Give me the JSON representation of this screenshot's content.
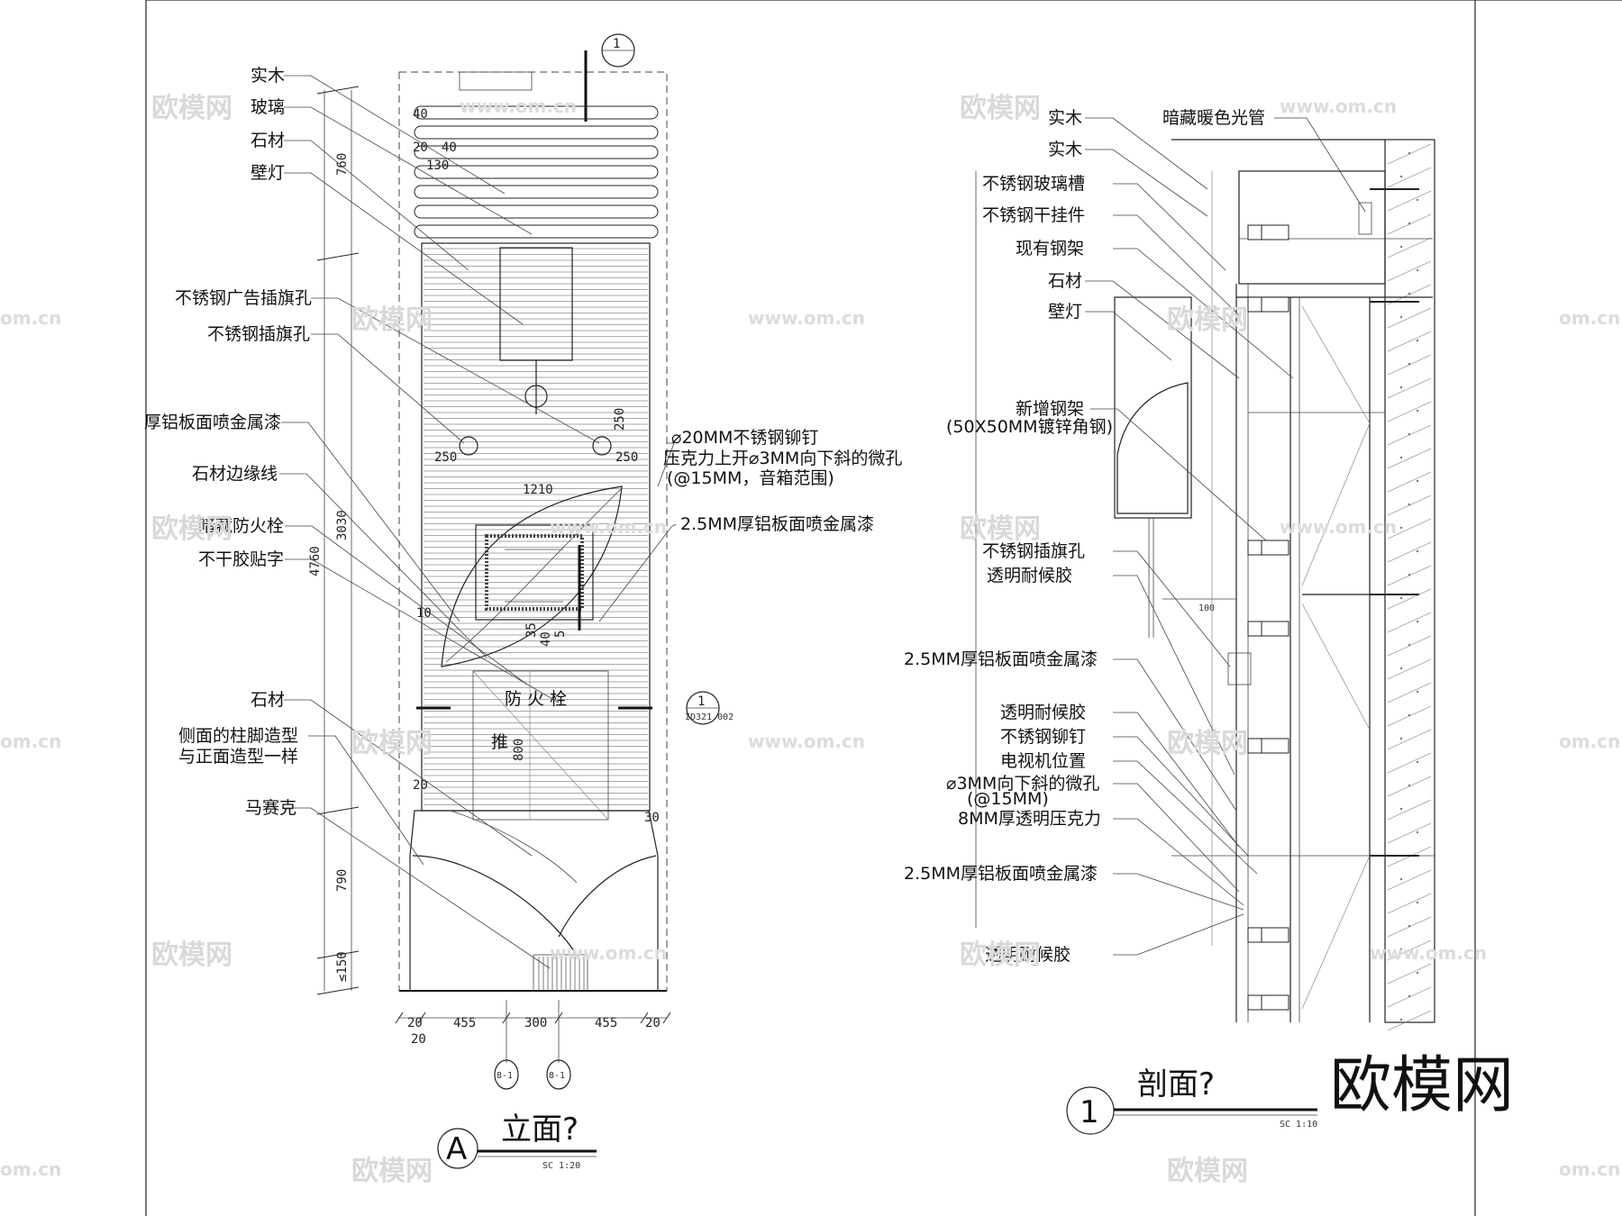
{
  "elevation": {
    "labels_left": [
      "实木",
      "玻璃",
      "石材",
      "壁灯",
      "不锈钢广告插旗孔",
      "不锈钢插旗孔",
      "厚铝板面喷金属漆",
      "石材边缘线",
      "暗藏防火栓",
      "不干胶贴字",
      "石材",
      "侧面的柱脚造型",
      "与正面造型一样",
      "马赛克"
    ],
    "callout_1": "⌀20MM不锈钢铆钉",
    "callout_2": "压克力上开⌀3MM向下斜的微孔",
    "callout_3": "(@15MM，音箱范围)",
    "callout_4": "2.5MM厚铝板面喷金属漆",
    "fire_box_text": "防 火 栓",
    "fire_box_sub": "推",
    "dims_vertical": [
      "760",
      "3030",
      "4760",
      "790",
      "≤150"
    ],
    "dims_bottom": [
      "20",
      "455",
      "300",
      "455",
      "20",
      "20"
    ],
    "dims_inner": [
      "250",
      "250",
      "250",
      "1210",
      "10",
      "20",
      "30",
      "800",
      "35",
      "40",
      "5"
    ],
    "dims_top": [
      "40",
      "40",
      "20",
      "130"
    ],
    "section_mark_top": "1",
    "section_mark_right": "1",
    "section_mark_right_sub": "ID321.002",
    "grid_marks": [
      "8-1",
      "8-1"
    ],
    "title_letter": "A",
    "title": "立面?",
    "scale": "SC  1:20"
  },
  "section": {
    "labels_left": [
      "实木",
      "实木",
      "不锈钢玻璃槽",
      "不锈钢干挂件",
      "现有钢架",
      "石材",
      "壁灯",
      "新增钢架",
      "(50X50MM镀锌角钢)",
      "不锈钢插旗孔",
      "透明耐候胶",
      "2.5MM厚铝板面喷金属漆",
      "透明耐候胶",
      "不锈钢铆钉",
      "电视机位置",
      "⌀3MM向下斜的微孔",
      "(@15MM)",
      "8MM厚透明压克力",
      "2.5MM厚铝板面喷金属漆",
      "透明耐候胶"
    ],
    "label_top_right": "暗藏暖色光管",
    "dim_small": "100",
    "title_number": "1",
    "title": "剖面?",
    "scale": "SC  1:10"
  },
  "watermark": {
    "cn": "欧模网",
    "url": "www.om.cn",
    "url_short": "om.cn"
  },
  "brand": "欧模网"
}
